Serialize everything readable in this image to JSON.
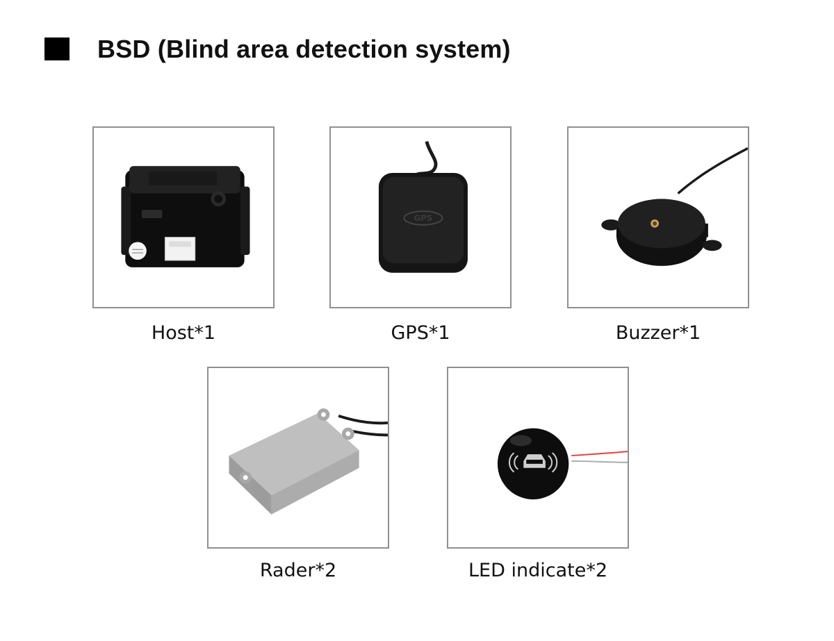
{
  "header": {
    "title": "BSD (Blind area detection system)"
  },
  "products": [
    {
      "id": "host",
      "label": "Host*1",
      "icon": "host-unit-image"
    },
    {
      "id": "gps",
      "label": "GPS*1",
      "icon": "gps-antenna-image",
      "imprint": "GPS"
    },
    {
      "id": "buzzer",
      "label": "Buzzer*1",
      "icon": "buzzer-image"
    },
    {
      "id": "radar",
      "label": "Rader*2",
      "icon": "radar-sensor-image"
    },
    {
      "id": "led",
      "label": "LED indicate*2",
      "icon": "led-indicator-image"
    }
  ]
}
